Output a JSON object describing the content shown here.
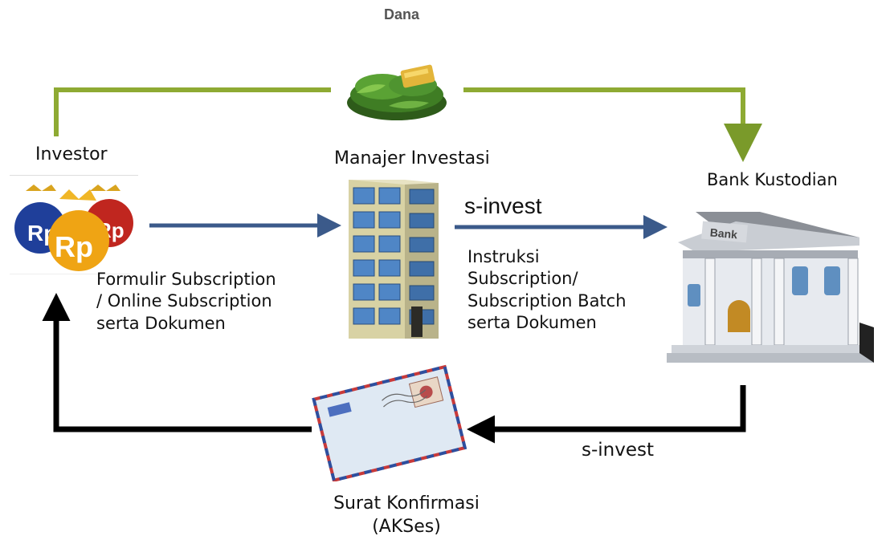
{
  "labels": {
    "dana": "Dana",
    "investor": "Investor",
    "manajer": "Manajer Investasi",
    "bank": "Bank Kustodian",
    "sinvest_top": "s-invest",
    "sinvest_bottom": "s-invest",
    "formulir": "Formulir Subscription\n/ Online Subscription\nserta Dokumen",
    "instruksi": "Instruksi\nSubscription/\nSubscription Batch\nserta Dokumen",
    "surat": "Surat Konfirmasi\n(AKSes)",
    "rp_small": "Rp",
    "rp_big": "Rp",
    "bank_sign": "Bank"
  },
  "icons": {
    "investor": "money-bags-icon",
    "manajer": "office-building-icon",
    "bank": "bank-building-icon",
    "dana": "money-stack-icon",
    "surat": "envelope-icon"
  },
  "colors": {
    "dana_flow": "#7a9a2a",
    "instruction_flow": "#3b5a8a",
    "confirmation_flow": "#000000"
  }
}
